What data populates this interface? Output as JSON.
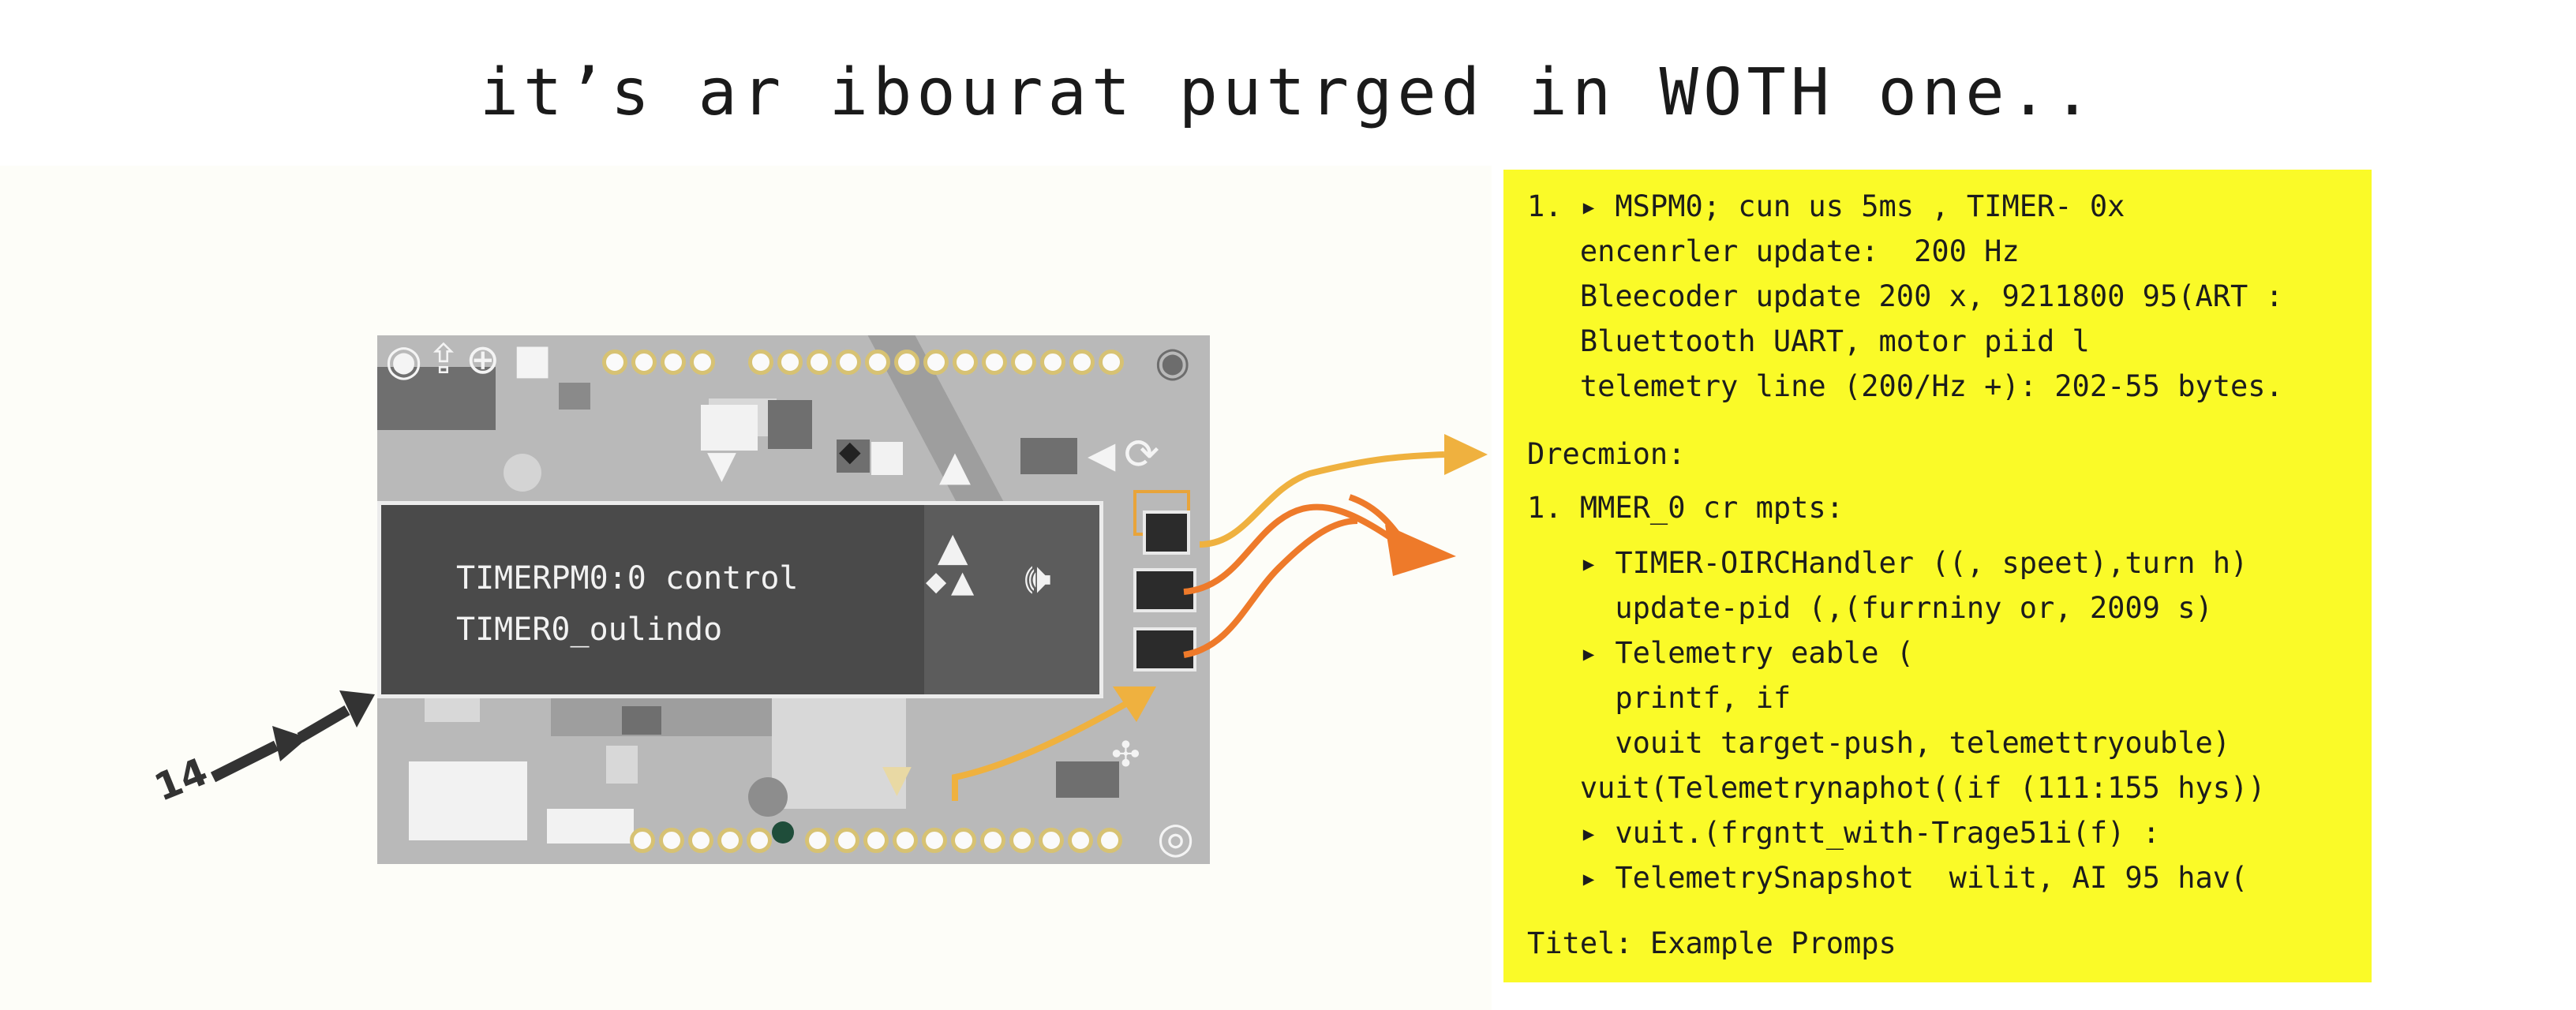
{
  "page": {
    "title": "it’s ar  ibourat putrged in WOTH one.."
  },
  "board": {
    "control_line_1": "TIMERPM0:0 control",
    "control_line_2": "TIMER0_oulindo",
    "side_label": "14",
    "icons": [
      "upload-icon",
      "plus-circle-icon",
      "folder-icon",
      "gear-icon",
      "triangle-icon",
      "speaker-icon",
      "diamond-icon",
      "refresh-icon",
      "play-left-icon"
    ]
  },
  "notes": {
    "lines": [
      "1. ▸ MSPM0; cun us 5ms , TIMER- 0x",
      "   encenrler update:  200 Hz",
      "   Bleecoder update 200 x, 9211800 95(ART :",
      "   Bluettooth UART, motor piid l",
      "   telemetry line (200/Hz +): 202-55 bytes.",
      "Drecmion:",
      "1. MMER_0 cr mpts:",
      "   ▸ TIMER-OIRCHandler ((, speet),turn h)",
      "     update-pid (,(furrniny or, 2009 s)",
      "   ▸ Telemetry eable (",
      "     printf, if",
      "     vouit target-push, telemettryouble)",
      "   vuit(Telemetrynaphot((if (111:155 hys))",
      "   ▸ vuit.(frgntt_with-Trage51i(f) :",
      "   ▸ TelemetrySnapshot  wilit, AI 95 hav(",
      "Titel: Example Promps"
    ]
  },
  "colors": {
    "notes_bg": "#fafa28",
    "board_bg": "#b9b9b9",
    "panel_bg": "#4a4a4a",
    "arrow_orange": "#ee7a2a",
    "arrow_yellow": "#efb13f",
    "arrow_dark": "#333333"
  }
}
